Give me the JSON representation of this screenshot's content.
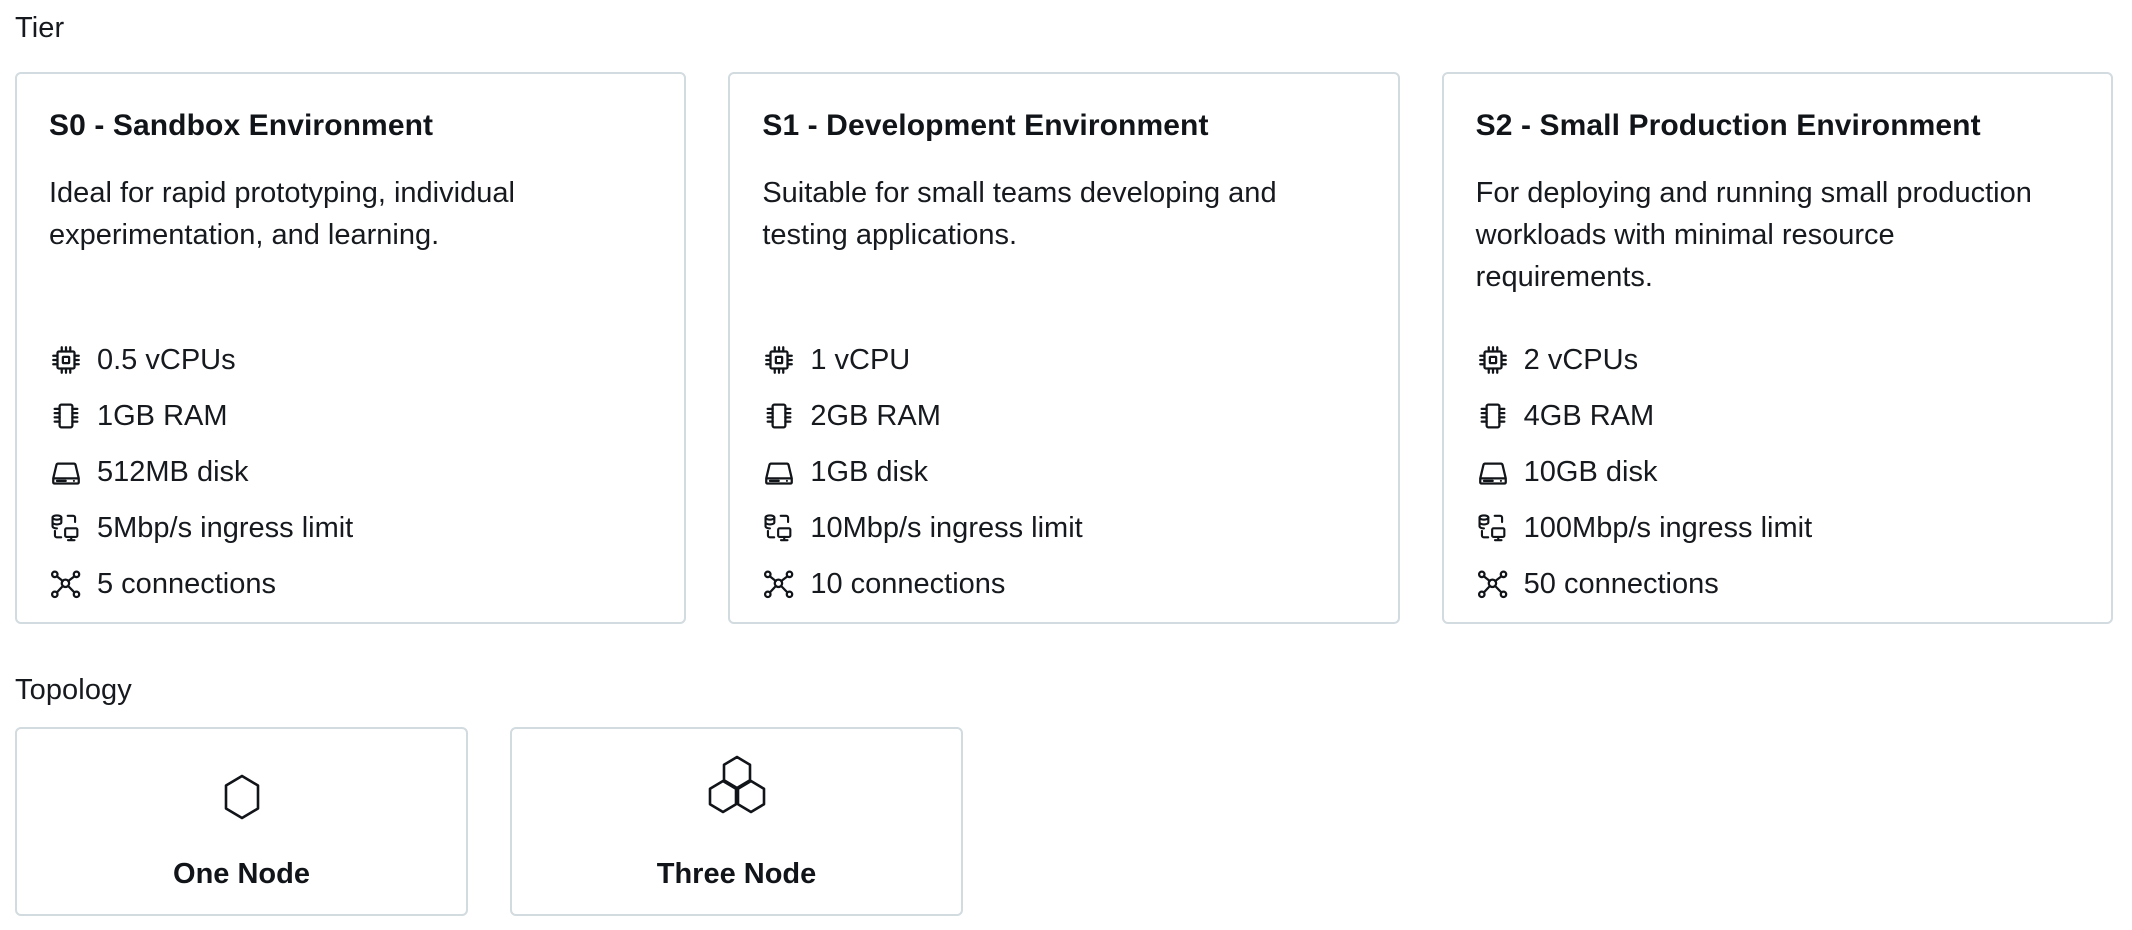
{
  "sections": {
    "tier": {
      "label": "Tier"
    },
    "topology": {
      "label": "Topology"
    }
  },
  "theme": {
    "card_border": "#d2dbe0",
    "text": "#16191d",
    "heading": "#111418",
    "background": "#ffffff"
  },
  "tiers": [
    {
      "title": "S0 - Sandbox Environment",
      "description": "Ideal for rapid prototyping, individual experimentation, and learning.",
      "specs": [
        {
          "icon": "cpu-icon",
          "text": "0.5 vCPUs"
        },
        {
          "icon": "memory-icon",
          "text": "1GB RAM"
        },
        {
          "icon": "disk-icon",
          "text": "512MB disk"
        },
        {
          "icon": "ingress-icon",
          "text": "5Mbp/s ingress limit"
        },
        {
          "icon": "connections-icon",
          "text": "5 connections"
        }
      ]
    },
    {
      "title": "S1 - Development Environment",
      "description": "Suitable for small teams developing and testing applications.",
      "specs": [
        {
          "icon": "cpu-icon",
          "text": "1 vCPU"
        },
        {
          "icon": "memory-icon",
          "text": "2GB RAM"
        },
        {
          "icon": "disk-icon",
          "text": "1GB disk"
        },
        {
          "icon": "ingress-icon",
          "text": "10Mbp/s ingress limit"
        },
        {
          "icon": "connections-icon",
          "text": "10 connections"
        }
      ]
    },
    {
      "title": "S2 - Small Production Environment",
      "description": "For deploying and running small production workloads with minimal resource requirements.",
      "specs": [
        {
          "icon": "cpu-icon",
          "text": "2 vCPUs"
        },
        {
          "icon": "memory-icon",
          "text": "4GB RAM"
        },
        {
          "icon": "disk-icon",
          "text": "10GB disk"
        },
        {
          "icon": "ingress-icon",
          "text": "100Mbp/s ingress limit"
        },
        {
          "icon": "connections-icon",
          "text": "50 connections"
        }
      ]
    }
  ],
  "topologies": [
    {
      "label": "One Node",
      "icon": "one-node-hexagon-icon"
    },
    {
      "label": "Three Node",
      "icon": "three-node-hexagon-icon"
    }
  ]
}
